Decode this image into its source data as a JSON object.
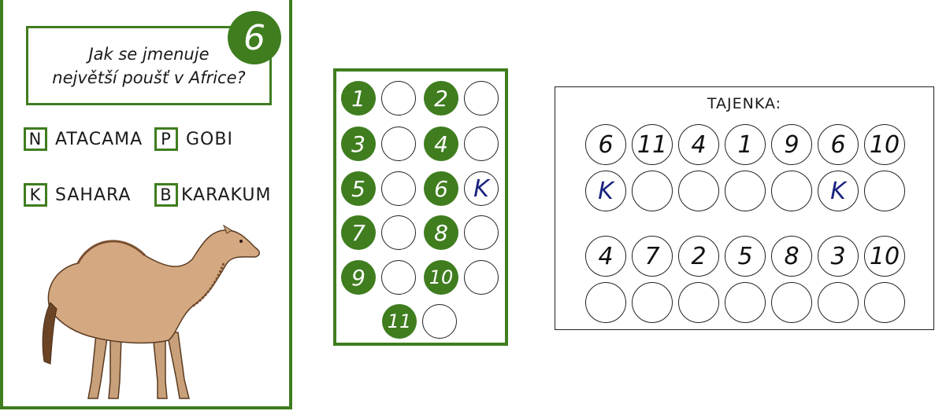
{
  "card": {
    "number": "6",
    "question_line1": "Jak se jmenuje",
    "question_line2": "největší poušť v Africe?",
    "options": [
      {
        "letter": "N",
        "text": "ATACAMA"
      },
      {
        "letter": "P",
        "text": "GOBI"
      },
      {
        "letter": "K",
        "text": "SAHARA"
      },
      {
        "letter": "B",
        "text": "KARAKUM"
      }
    ]
  },
  "grid": {
    "cells": [
      {
        "num": "1",
        "answer": ""
      },
      {
        "num": "2",
        "answer": ""
      },
      {
        "num": "3",
        "answer": ""
      },
      {
        "num": "4",
        "answer": ""
      },
      {
        "num": "5",
        "answer": ""
      },
      {
        "num": "6",
        "answer": "K"
      },
      {
        "num": "7",
        "answer": ""
      },
      {
        "num": "8",
        "answer": ""
      },
      {
        "num": "9",
        "answer": ""
      },
      {
        "num": "10",
        "answer": ""
      },
      {
        "num": "11",
        "answer": ""
      }
    ]
  },
  "tajenka": {
    "title": "TAJENKA:",
    "row1_numbers": [
      "6",
      "11",
      "4",
      "1",
      "9",
      "6",
      "10"
    ],
    "row1_answers": [
      "K",
      "",
      "",
      "",
      "",
      "K",
      ""
    ],
    "row2_numbers": [
      "4",
      "7",
      "2",
      "5",
      "8",
      "3",
      "10"
    ],
    "row2_answers": [
      "",
      "",
      "",
      "",
      "",
      "",
      ""
    ]
  },
  "colors": {
    "green": "#3f7d1f",
    "ink_blue": "#1a237e"
  }
}
